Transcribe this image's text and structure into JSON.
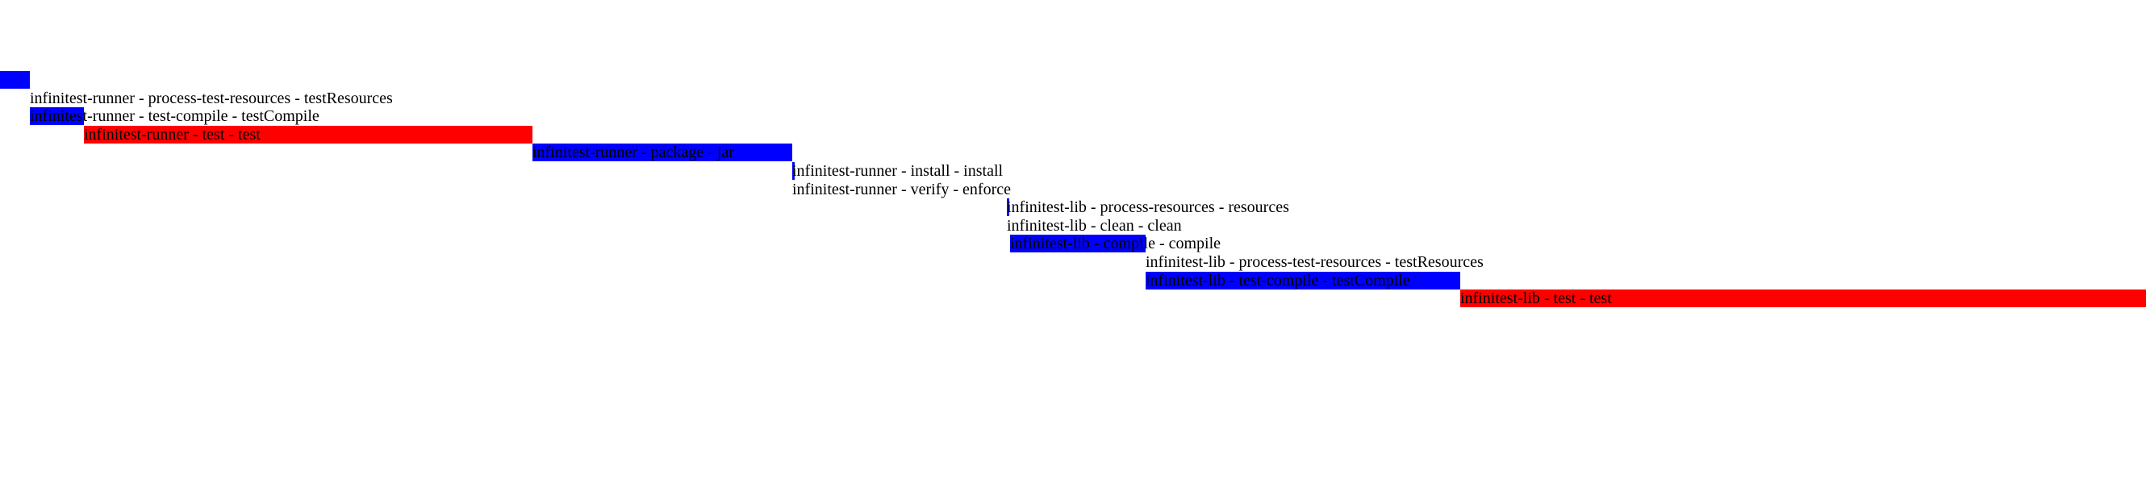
{
  "chart_data": {
    "type": "gantt",
    "x_unit": "ms",
    "x_range": [
      0,
      2660
    ],
    "legend_colors": {
      "build": "#0000ff",
      "test": "#ff0000"
    },
    "tasks": [
      {
        "label": "",
        "start": 0,
        "duration": 37,
        "kind": "build"
      },
      {
        "label": "infinitest-runner - process-test-resources - testResources",
        "start": 37,
        "duration": 0,
        "kind": "build"
      },
      {
        "label": "infinitest-runner - test-compile - testCompile",
        "start": 37,
        "duration": 67,
        "kind": "build"
      },
      {
        "label": "infinitest-runner - test - test",
        "start": 104,
        "duration": 556,
        "kind": "test"
      },
      {
        "label": "infinitest-runner - package - jar",
        "start": 660,
        "duration": 322,
        "kind": "build"
      },
      {
        "label": "infinitest-runner - install - install",
        "start": 982,
        "duration": 3,
        "kind": "build"
      },
      {
        "label": "infinitest-runner - verify - enforce",
        "start": 982,
        "duration": 0,
        "kind": "build"
      },
      {
        "label": "infinitest-lib - process-resources - resources",
        "start": 1248,
        "duration": 3,
        "kind": "build"
      },
      {
        "label": "infinitest-lib - clean - clean",
        "start": 1248,
        "duration": 0,
        "kind": "build"
      },
      {
        "label": "infinitest-lib - compile - compile",
        "start": 1252,
        "duration": 168,
        "kind": "build"
      },
      {
        "label": "infinitest-lib - process-test-resources - testResources",
        "start": 1420,
        "duration": 0,
        "kind": "build"
      },
      {
        "label": "infinitest-lib - test-compile - testCompile",
        "start": 1420,
        "duration": 390,
        "kind": "build"
      },
      {
        "label": "infinitest-lib - test - test",
        "start": 1810,
        "duration": 850,
        "kind": "test"
      }
    ]
  }
}
